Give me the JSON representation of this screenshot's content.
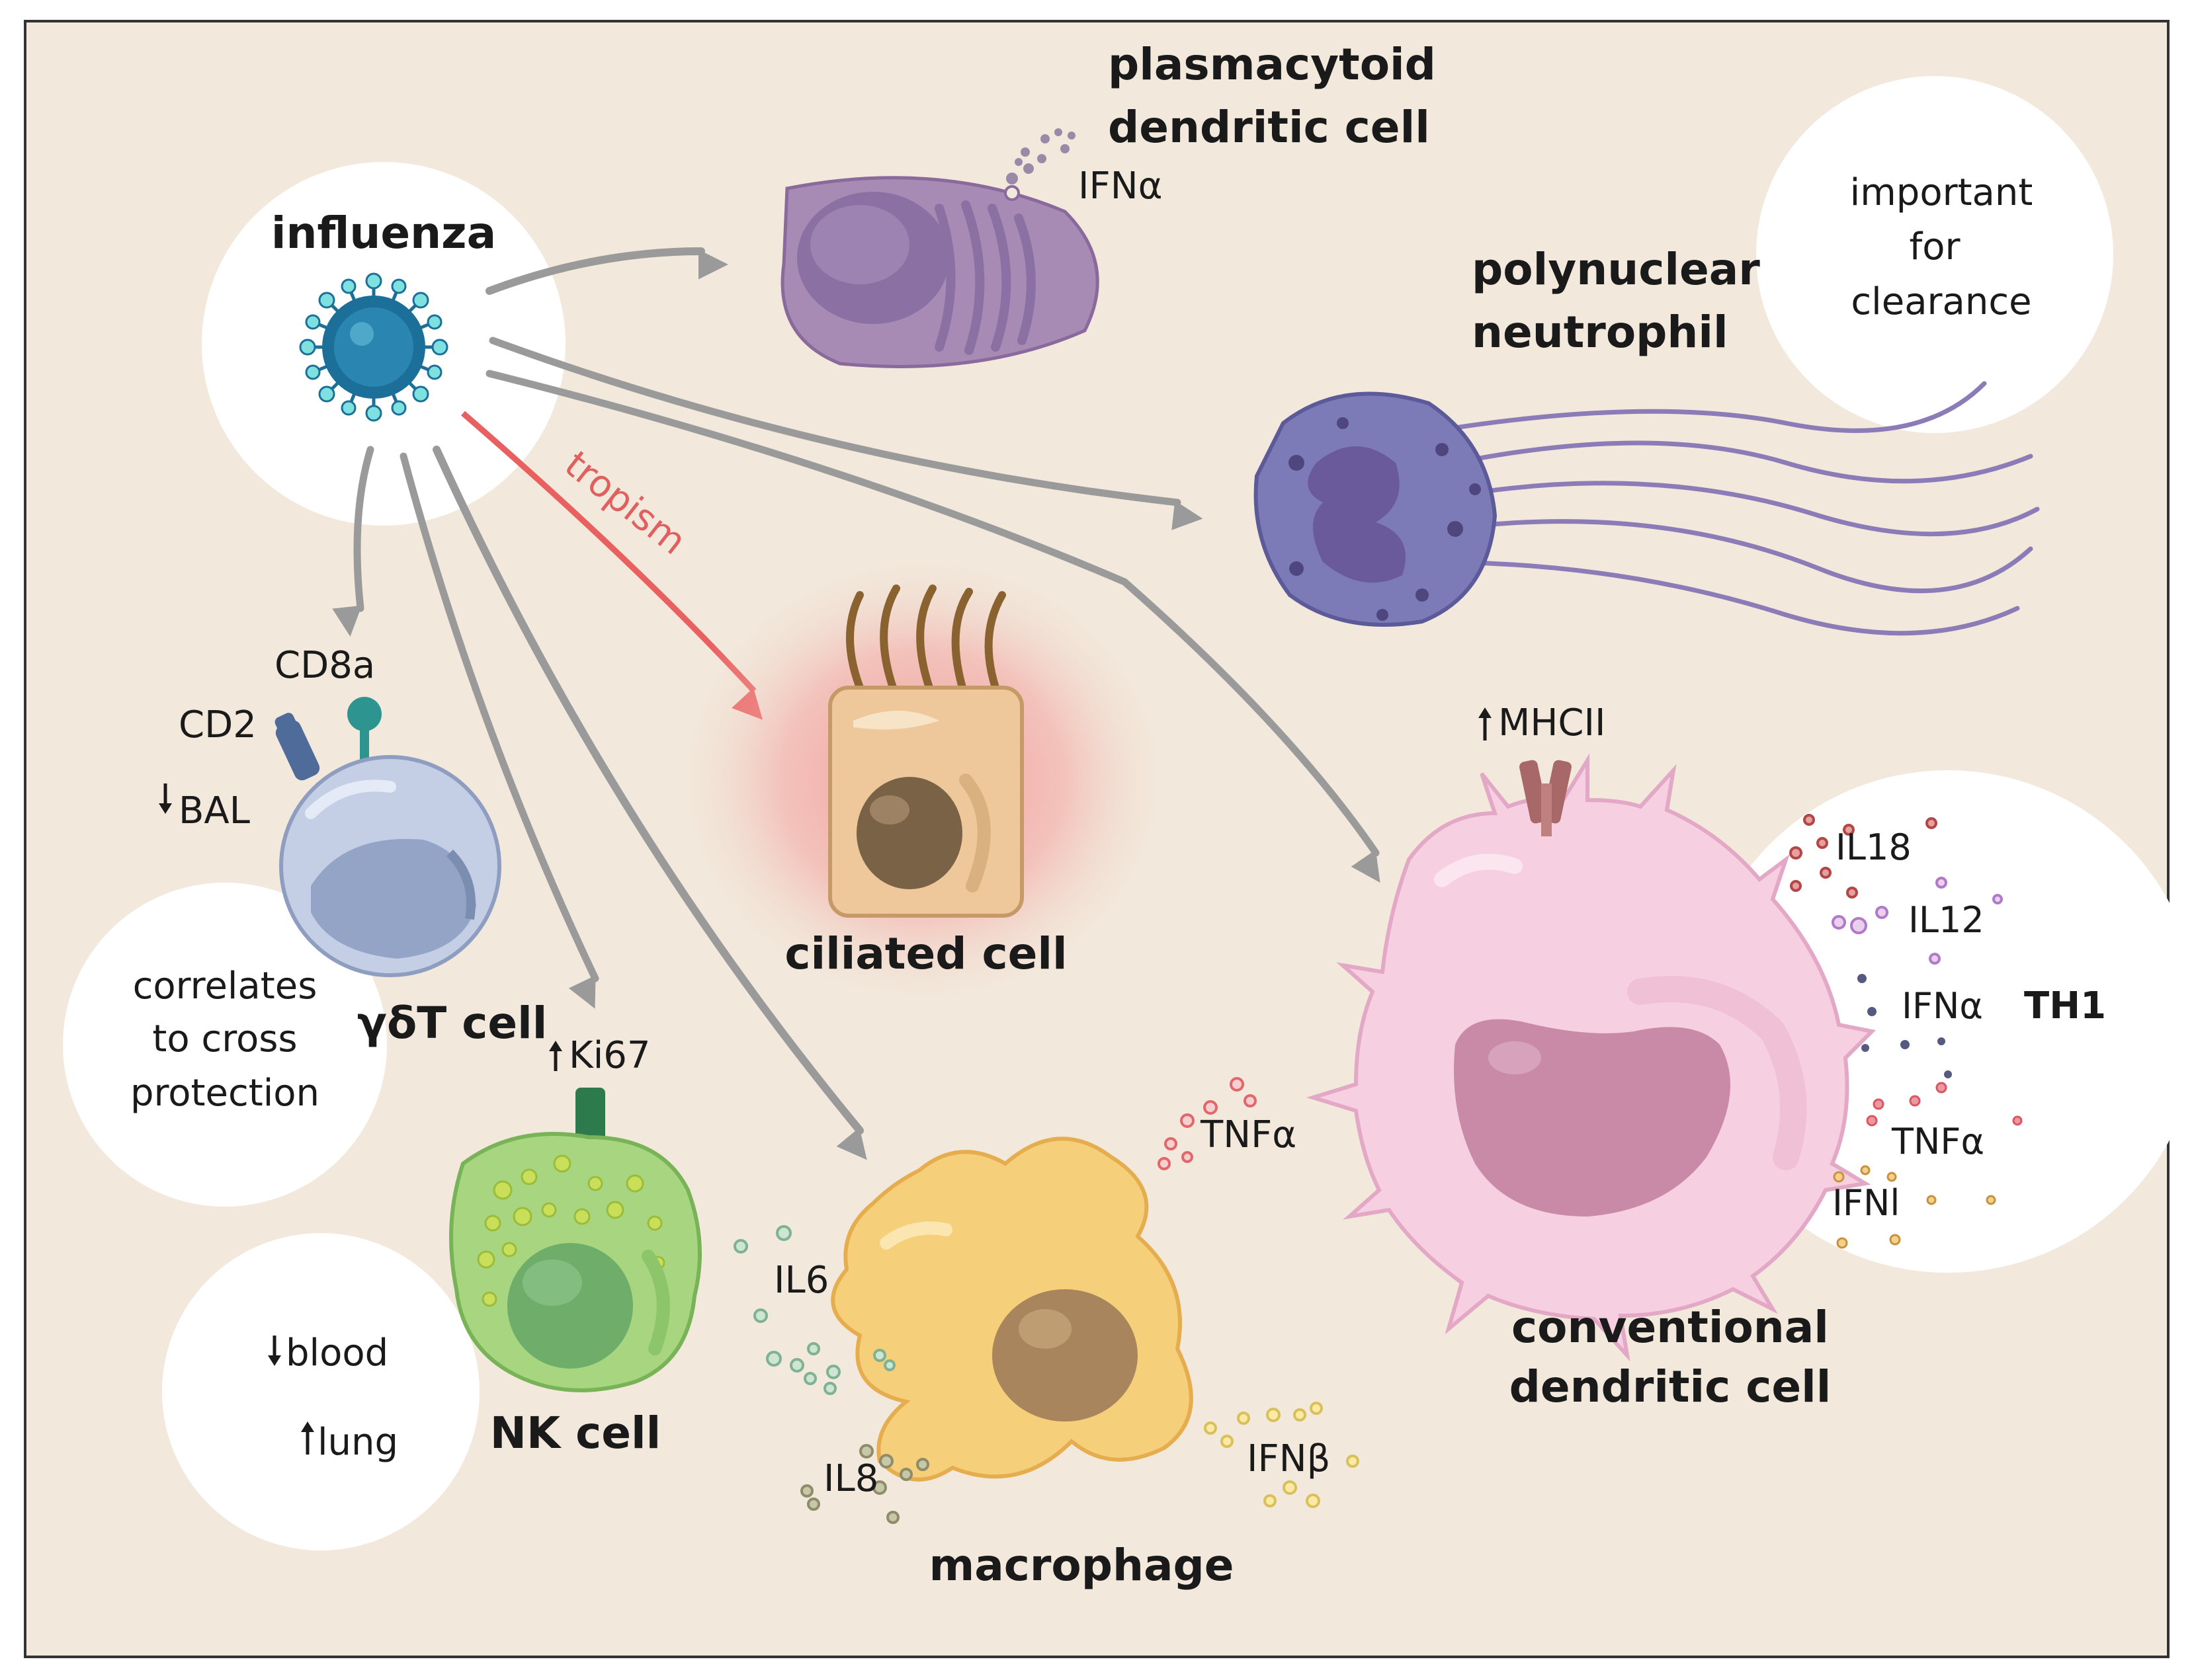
{
  "labels": {
    "influenza": "influenza",
    "pdc_line1": "plasmacytoid",
    "pdc_line2": "dendritic cell",
    "ifn_alpha_pdc": "IFNα",
    "neutrophil_line1": "polynuclear",
    "neutrophil_line2": "neutrophil",
    "tropism": "tropism",
    "ciliated": "ciliated cell",
    "gdt": "γδT cell",
    "cd8a": "CD8a",
    "cd2": "CD2",
    "bal": "BAL",
    "nk": "NK cell",
    "ki67": "Ki67",
    "macrophage": "macrophage",
    "tnfa_mac": "TNFα",
    "il6": "IL6",
    "il8": "IL8",
    "ifnb": "IFNβ",
    "cdc_line1": "conventional",
    "cdc_line2": "dendritic cell",
    "mhcii": "MHCII",
    "il18": "IL18",
    "il12": "IL12",
    "ifna_cdc": "IFNα",
    "tnfa_cdc": "TNFα",
    "ifnl": "IFNl",
    "th1": "TH1",
    "blood": "blood",
    "lung": "lung"
  },
  "notes": {
    "clearance": [
      "important",
      "for",
      "clearance"
    ],
    "cross": [
      "correlates",
      "to cross",
      "protection"
    ]
  },
  "colors": {
    "background": "#f2e9dc",
    "bubble": "#ffffff",
    "arrow": "#9a9a9a",
    "tropism_arrow": "#e86060",
    "tropism_text": "#e06060",
    "pdc": "#a78bb5",
    "neutrophil": "#7d7ab8",
    "ciliated": "#eec89a",
    "gdt": "#c4cfe6",
    "nk": "#a8d680",
    "macrophage": "#f6cf7a",
    "cdc": "#f6cfe0",
    "virus": "#1b6f98"
  }
}
